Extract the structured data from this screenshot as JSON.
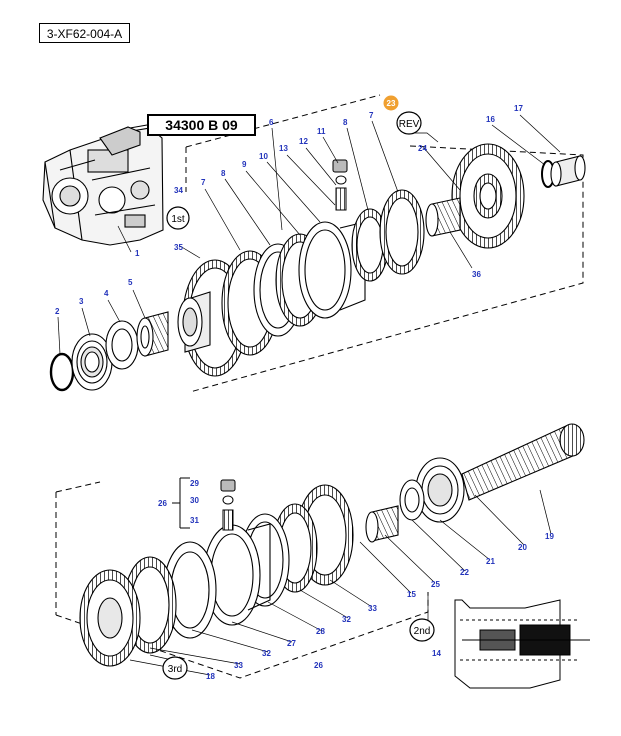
{
  "header": {
    "reference_code": "3-XF62-004-A",
    "part_number": "34300 B 09"
  },
  "highlight": {
    "label": "23",
    "color": "#f0a030"
  },
  "gear_labels": {
    "first": "1st",
    "second": "2nd",
    "third": "3rd",
    "reverse": "REV"
  },
  "callouts": [
    {
      "id": "c1",
      "text": "1"
    },
    {
      "id": "c2",
      "text": "2"
    },
    {
      "id": "c3",
      "text": "3"
    },
    {
      "id": "c4",
      "text": "4"
    },
    {
      "id": "c5",
      "text": "5"
    },
    {
      "id": "c6",
      "text": "6"
    },
    {
      "id": "c7a",
      "text": "7"
    },
    {
      "id": "c7b",
      "text": "7"
    },
    {
      "id": "c8a",
      "text": "8"
    },
    {
      "id": "c8b",
      "text": "8"
    },
    {
      "id": "c9",
      "text": "9"
    },
    {
      "id": "c10",
      "text": "10"
    },
    {
      "id": "c11",
      "text": "11"
    },
    {
      "id": "c12",
      "text": "12"
    },
    {
      "id": "c13",
      "text": "13"
    },
    {
      "id": "c14",
      "text": "14"
    },
    {
      "id": "c15",
      "text": "15"
    },
    {
      "id": "c16",
      "text": "16"
    },
    {
      "id": "c17",
      "text": "17"
    },
    {
      "id": "c18",
      "text": "18"
    },
    {
      "id": "c19",
      "text": "19"
    },
    {
      "id": "c20",
      "text": "20"
    },
    {
      "id": "c21",
      "text": "21"
    },
    {
      "id": "c22",
      "text": "22"
    },
    {
      "id": "c24",
      "text": "24"
    },
    {
      "id": "c25",
      "text": "25"
    },
    {
      "id": "c26a",
      "text": "26"
    },
    {
      "id": "c26b",
      "text": "26"
    },
    {
      "id": "c27",
      "text": "27"
    },
    {
      "id": "c28",
      "text": "28"
    },
    {
      "id": "c29",
      "text": "29"
    },
    {
      "id": "c30",
      "text": "30"
    },
    {
      "id": "c31",
      "text": "31"
    },
    {
      "id": "c32a",
      "text": "32"
    },
    {
      "id": "c32b",
      "text": "32"
    },
    {
      "id": "c33a",
      "text": "33"
    },
    {
      "id": "c33b",
      "text": "33"
    },
    {
      "id": "c34",
      "text": "34"
    },
    {
      "id": "c35",
      "text": "35"
    },
    {
      "id": "c36",
      "text": "36"
    }
  ]
}
